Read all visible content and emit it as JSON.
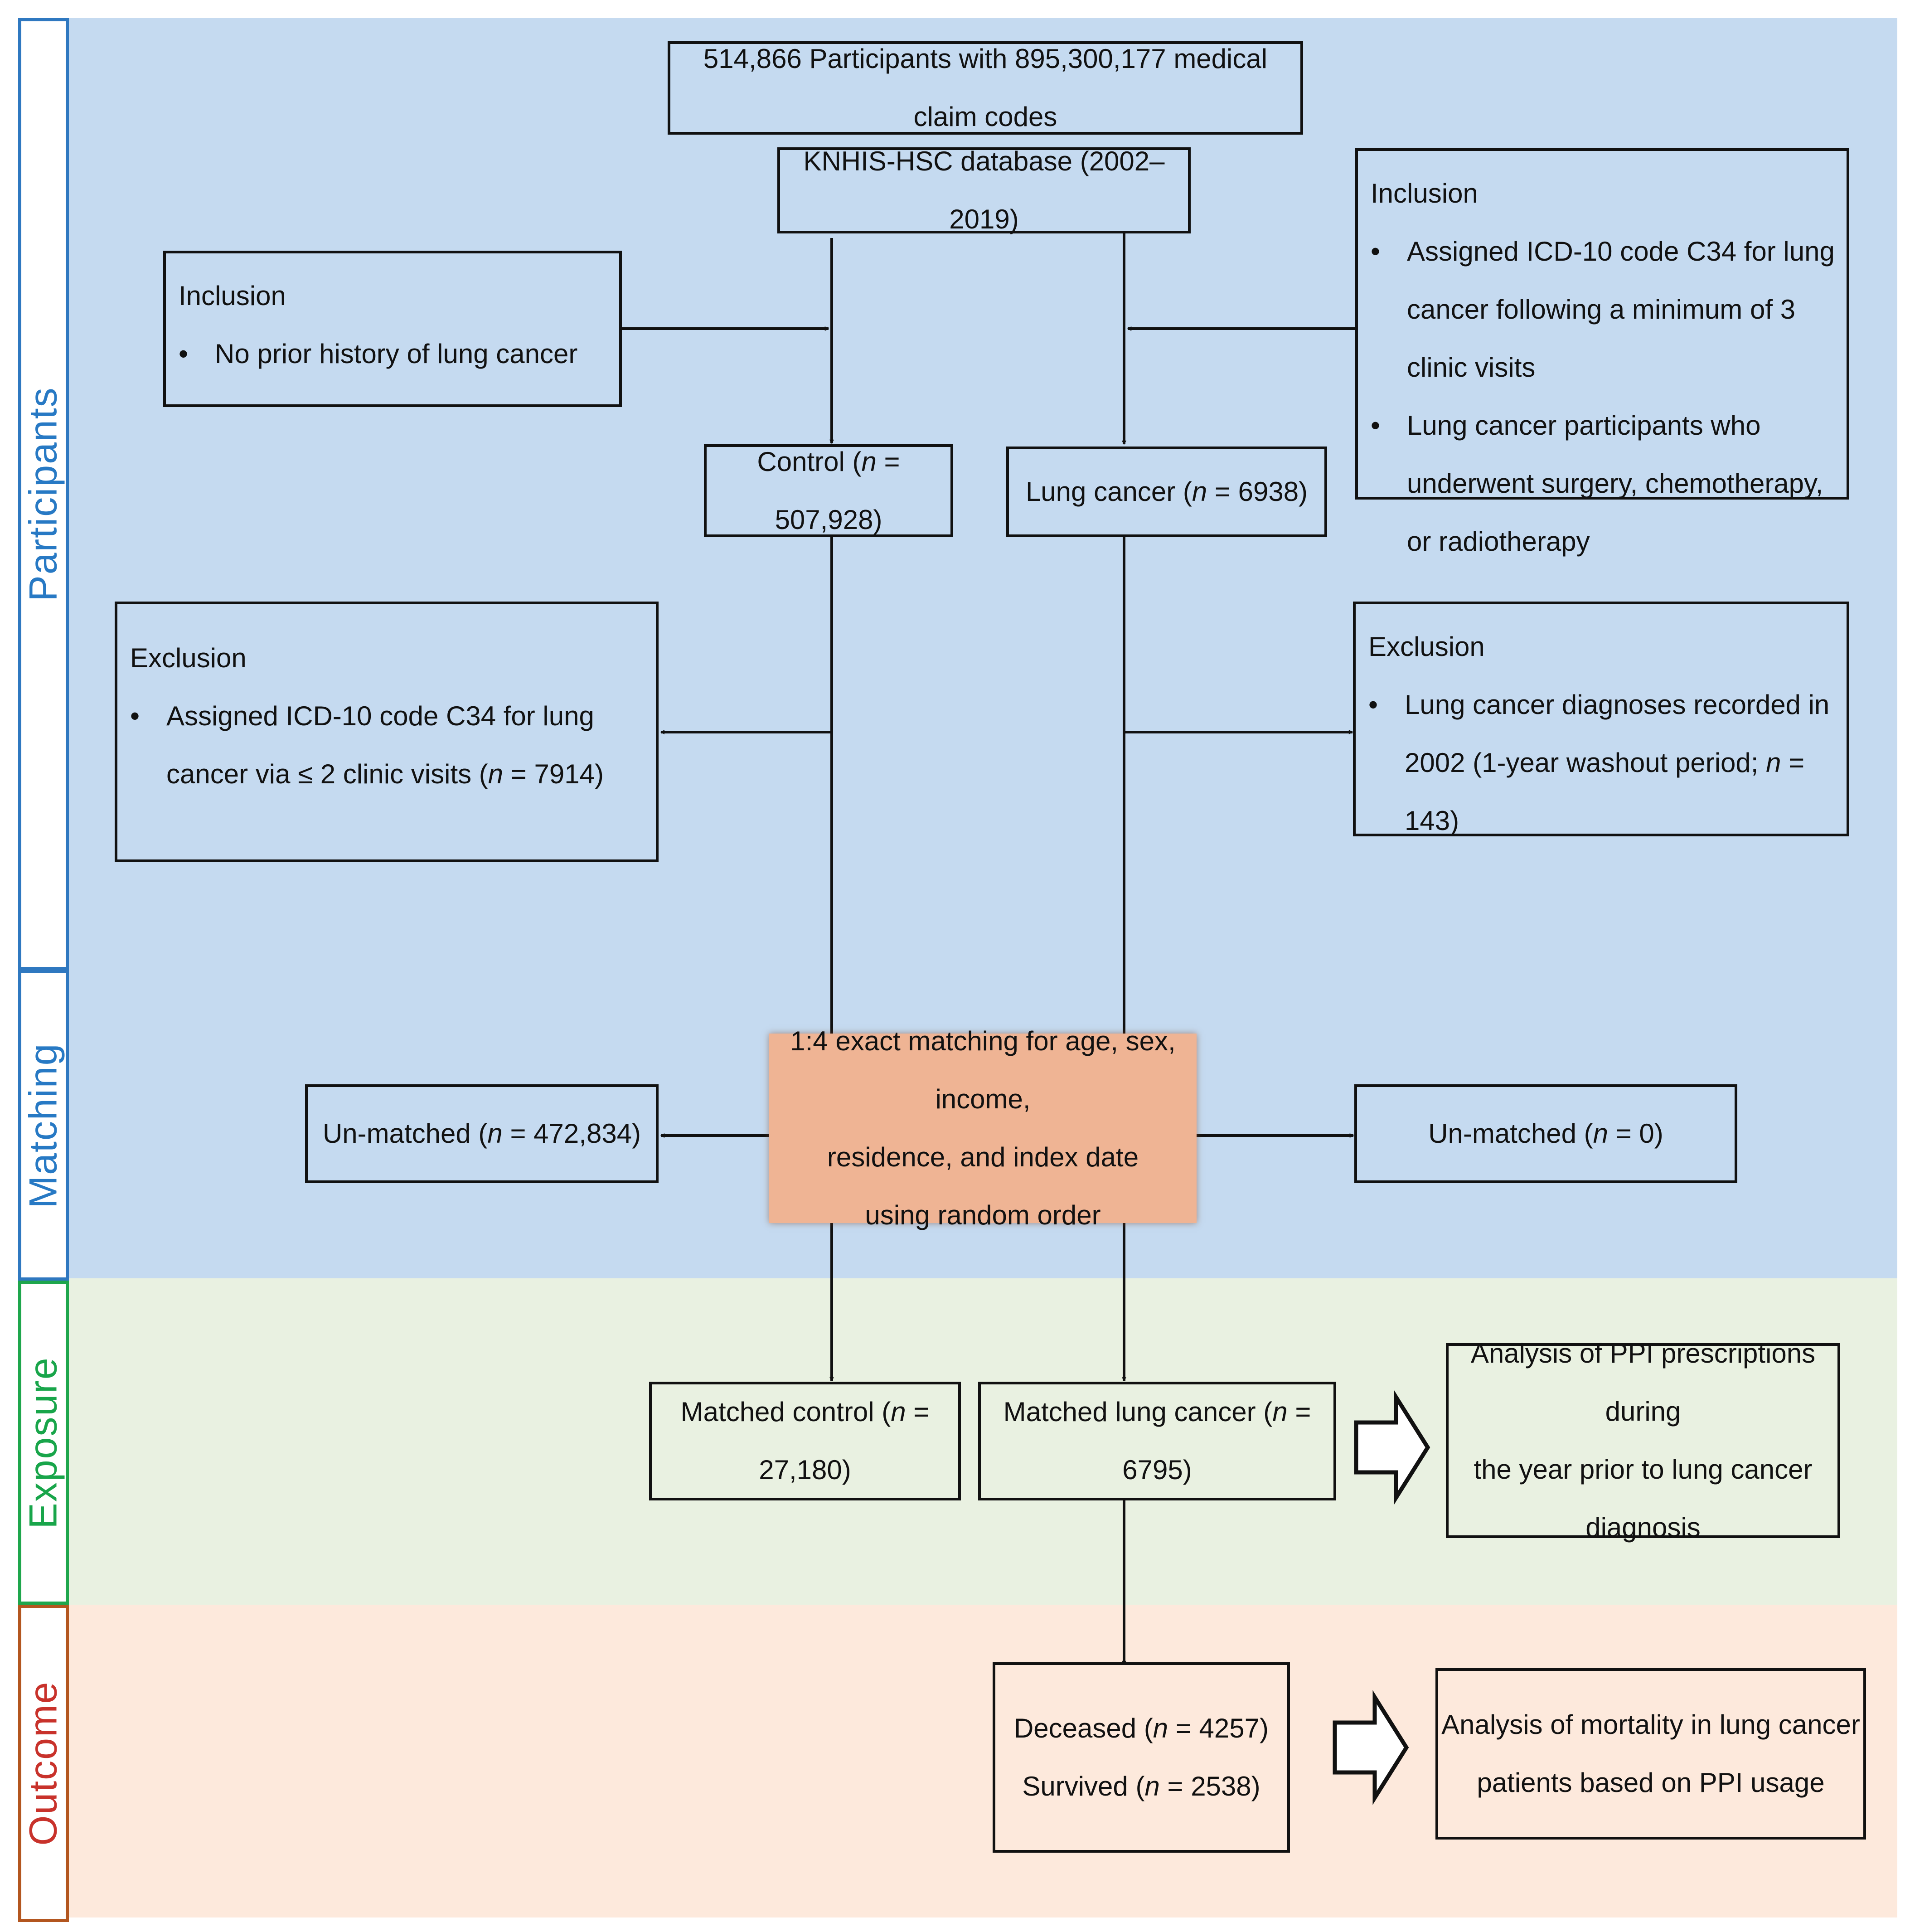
{
  "sections": {
    "participants": "Participants",
    "matching": "Matching",
    "exposure": "Exposure",
    "outcome": "Outcome"
  },
  "top_box": "514,866 Participants with 895,300,177 medical claim codes",
  "database_box": "KNHIS-HSC database (2002–2019)",
  "inclusion_left": {
    "title": "Inclusion",
    "items": [
      "No prior history of lung cancer"
    ]
  },
  "inclusion_right": {
    "title": "Inclusion",
    "items": [
      "Assigned ICD-10 code C34 for lung cancer following a minimum of 3 clinic visits",
      "Lung cancer participants who underwent surgery, chemotherapy, or radiotherapy"
    ]
  },
  "control_box": {
    "prefix": "Control (",
    "n": "n",
    "rest": " = 507,928)"
  },
  "lung_cancer_box": {
    "prefix": "Lung cancer (",
    "n": "n",
    "rest": " = 6938)"
  },
  "exclusion_left": {
    "title": "Exclusion",
    "item_prefix": "Assigned ICD-10 code C34 for lung cancer via ≤ 2 clinic visits (",
    "item_n": "n",
    "item_rest": " = 7914)"
  },
  "exclusion_right": {
    "title": "Exclusion",
    "item_prefix": "Lung cancer diagnoses recorded in 2002 (1-year washout period; ",
    "item_n": "n",
    "item_rest": " = 143)"
  },
  "matching_box": {
    "line1": "1:4 exact matching for age, sex, income,",
    "line2": "residence, and index date",
    "line3": "using random order"
  },
  "unmatched_left": {
    "prefix": "Un-matched (",
    "n": "n",
    "rest": " = 472,834)"
  },
  "unmatched_right": {
    "prefix": "Un-matched (",
    "n": "n",
    "rest": " = 0)"
  },
  "matched_control": {
    "prefix": "Matched control (",
    "n": "n",
    "rest": " = 27,180)"
  },
  "matched_lung": {
    "prefix": "Matched lung cancer (",
    "n": "n",
    "rest": " = 6795)"
  },
  "exposure_analysis": {
    "line1": "Analysis of PPI prescriptions during",
    "line2": "the year prior to lung cancer",
    "line3": "diagnosis"
  },
  "outcome_box": {
    "deceased_prefix": "Deceased (",
    "deceased_n": "n",
    "deceased_rest": " = 4257)",
    "survived_prefix": "Survived (",
    "survived_n": "n",
    "survived_rest": " = 2538)"
  },
  "outcome_analysis": {
    "line1": "Analysis of mortality in lung cancer",
    "line2": "patients based on PPI usage"
  },
  "colors": {
    "participants_bg": "#c5daf0",
    "exposure_bg": "#e9f1e1",
    "outcome_bg": "#fde9dc",
    "matching_box": "#efb494",
    "participants_label": "#2779c4",
    "exposure_label": "#18a54a",
    "outcome_label": "#c8322b"
  }
}
